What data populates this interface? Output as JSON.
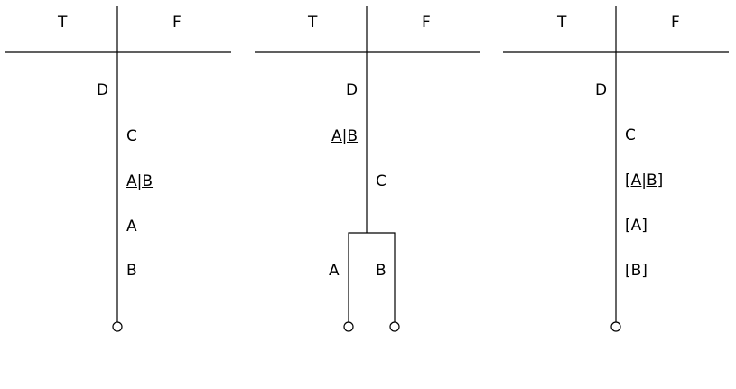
{
  "tableaux": [
    {
      "header_true": "T",
      "header_false": "F",
      "true_entries": [
        "D"
      ],
      "false_entries": [
        "C",
        "A|B",
        "A",
        "B"
      ]
    },
    {
      "header_true": "T",
      "header_false": "F",
      "true_entries": [
        "D",
        "A|B"
      ],
      "false_entries": [
        "C"
      ],
      "branches": [
        {
          "side": "T",
          "entry": "A"
        },
        {
          "side": "F",
          "entry": "B"
        }
      ]
    },
    {
      "header_true": "T",
      "header_false": "F",
      "true_entries": [
        "D"
      ],
      "false_entries": [
        "C",
        "[A|B]",
        "[A]",
        "[B]"
      ]
    }
  ]
}
